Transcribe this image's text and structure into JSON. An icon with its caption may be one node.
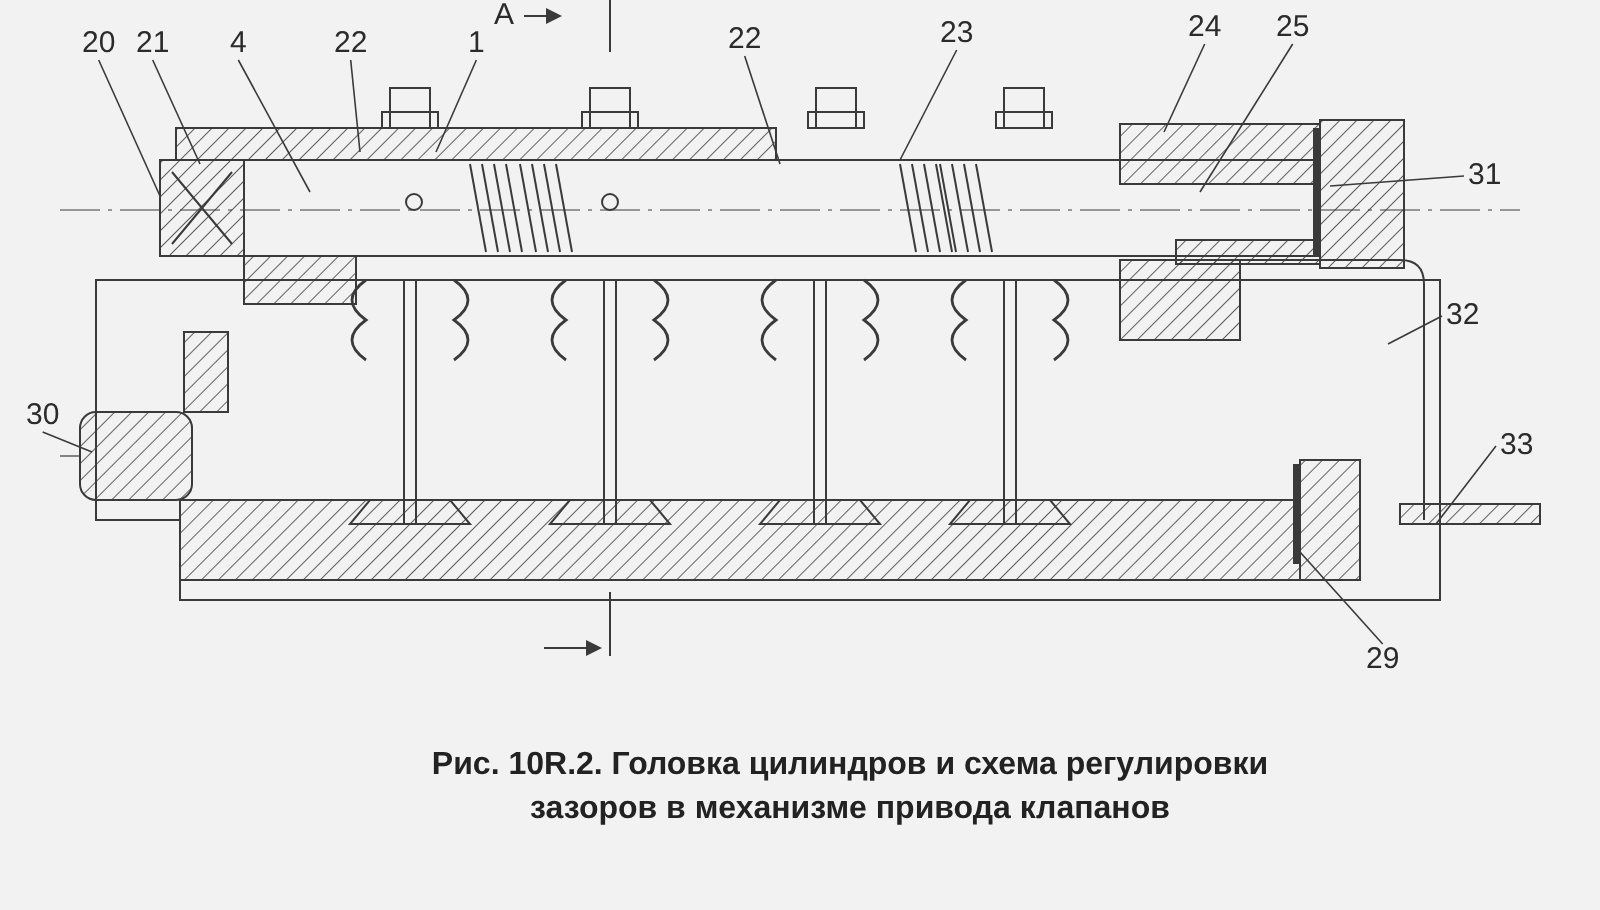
{
  "diagram": {
    "caption": "Рис. 10R.2. Головка цилиндров и схема регулировки зазоров в механизме привода клапанов",
    "nodes": [
      {
        "text": [
          "20"
        ]
      },
      {
        "text": [
          "21"
        ]
      },
      {
        "text": [
          "4"
        ]
      },
      {
        "text": [
          "22"
        ]
      },
      {
        "text": [
          "1"
        ]
      },
      {
        "text": [
          "22"
        ]
      },
      {
        "text": [
          "23"
        ]
      },
      {
        "text": [
          "24"
        ]
      },
      {
        "text": [
          "25"
        ]
      },
      {
        "text": [
          "31"
        ]
      },
      {
        "text": [
          "32"
        ]
      },
      {
        "text": [
          "33"
        ]
      },
      {
        "text": [
          "29"
        ]
      },
      {
        "text": [
          "30"
        ]
      }
    ],
    "edges": [
      {
        "from": 0,
        "to": null,
        "arrow": "none"
      },
      {
        "from": 1,
        "to": null,
        "arrow": "none"
      },
      {
        "from": 2,
        "to": null,
        "arrow": "none"
      },
      {
        "from": 3,
        "to": null,
        "arrow": "none"
      },
      {
        "from": 4,
        "to": null,
        "arrow": "none"
      },
      {
        "from": 5,
        "to": null,
        "arrow": "none"
      },
      {
        "from": 6,
        "to": null,
        "arrow": "none"
      },
      {
        "from": 7,
        "to": null,
        "arrow": "none"
      },
      {
        "from": 8,
        "to": null,
        "arrow": "none"
      },
      {
        "from": 9,
        "to": null,
        "arrow": "none"
      },
      {
        "from": 10,
        "to": null,
        "arrow": "none"
      },
      {
        "from": 11,
        "to": null,
        "arrow": "none"
      },
      {
        "from": 12,
        "to": null,
        "arrow": "none"
      },
      {
        "from": 13,
        "to": null,
        "arrow": "none"
      }
    ],
    "labels": [
      "А"
    ]
  }
}
